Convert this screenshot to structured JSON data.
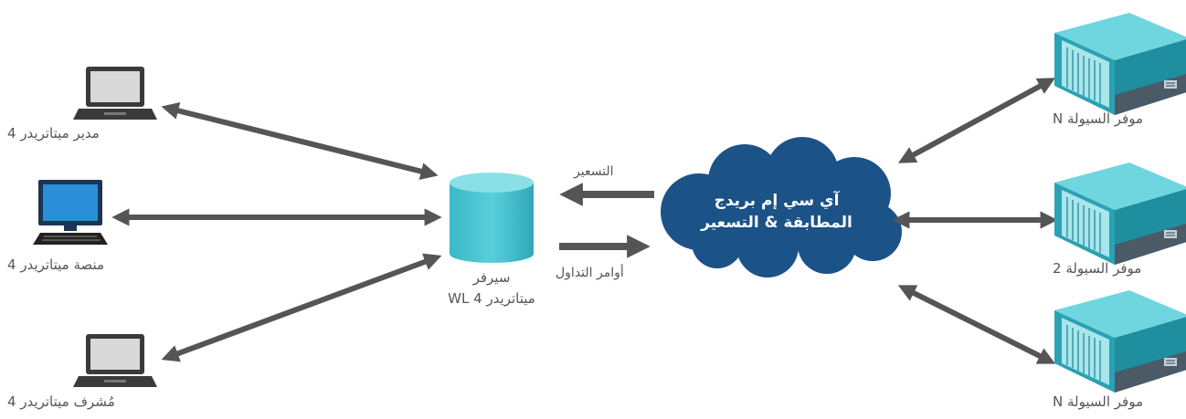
{
  "clients": [
    {
      "label": "مدير ميتاتريدر 4",
      "icon": "laptop-icon"
    },
    {
      "label": "منصة ميتاتريدر 4",
      "icon": "desktop-monitor-icon"
    },
    {
      "label": "مُشرف ميتاتريدر 4",
      "icon": "laptop-icon"
    }
  ],
  "server": {
    "line1": "سيرفر",
    "line2": "ميتاتريدر 4 WL",
    "icon": "database-cylinder-icon"
  },
  "flows": {
    "pricing": "التسعير",
    "orders": "أوامر التداول"
  },
  "bridge": {
    "line1": "آي سي إم بريدج",
    "line2": "المطابقة & التسعير",
    "icon": "cloud-icon"
  },
  "providers": [
    {
      "label": "موفر السيولة N",
      "icon": "server-rack-icon"
    },
    {
      "label": "موفر السيولة 2",
      "icon": "server-rack-icon"
    },
    {
      "label": "موفر السيولة N",
      "icon": "server-rack-icon"
    }
  ],
  "colors": {
    "arrow": "#555555",
    "server": "#4cc5d2",
    "cloud": "#1b5287",
    "rack": "#3fb6c4"
  }
}
